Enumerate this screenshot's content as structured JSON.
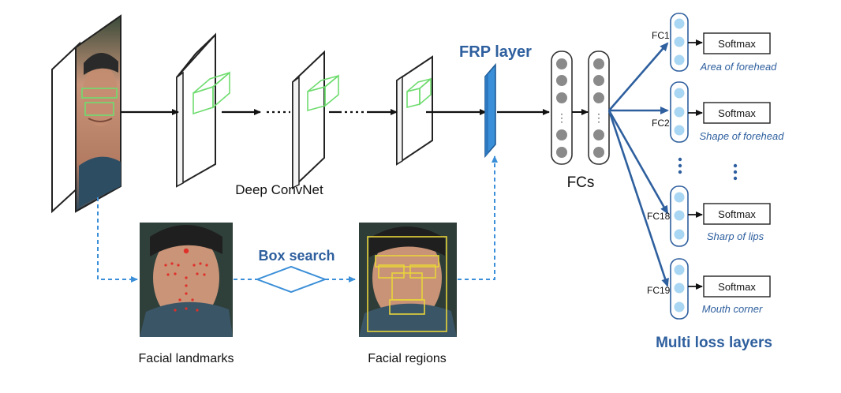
{
  "labels": {
    "deep_convnet": "Deep ConvNet",
    "frp_layer": "FRP layer",
    "fcs": "FCs",
    "box_search": "Box search",
    "facial_landmarks": "Facial landmarks",
    "facial_regions": "Facial regions",
    "multi_loss_layers": "Multi loss layers"
  },
  "branches": [
    {
      "fc": "FC1",
      "softmax": "Softmax",
      "attribute": "Area of forehead"
    },
    {
      "fc": "FC2",
      "softmax": "Softmax",
      "attribute": "Shape of forehead"
    },
    {
      "fc": "FC18",
      "softmax": "Softmax",
      "attribute": "Sharp of lips"
    },
    {
      "fc": "FC19",
      "softmax": "Softmax",
      "attribute": "Mouth corner"
    }
  ],
  "colors": {
    "accent_blue": "#2e5f9e",
    "frp_blue": "#3b8fd8",
    "node_blue": "#a9d6f2",
    "node_gray": "#8a8a8a",
    "receptive_green": "#6fdc6f",
    "dashed_blue": "#3b8fd8"
  }
}
